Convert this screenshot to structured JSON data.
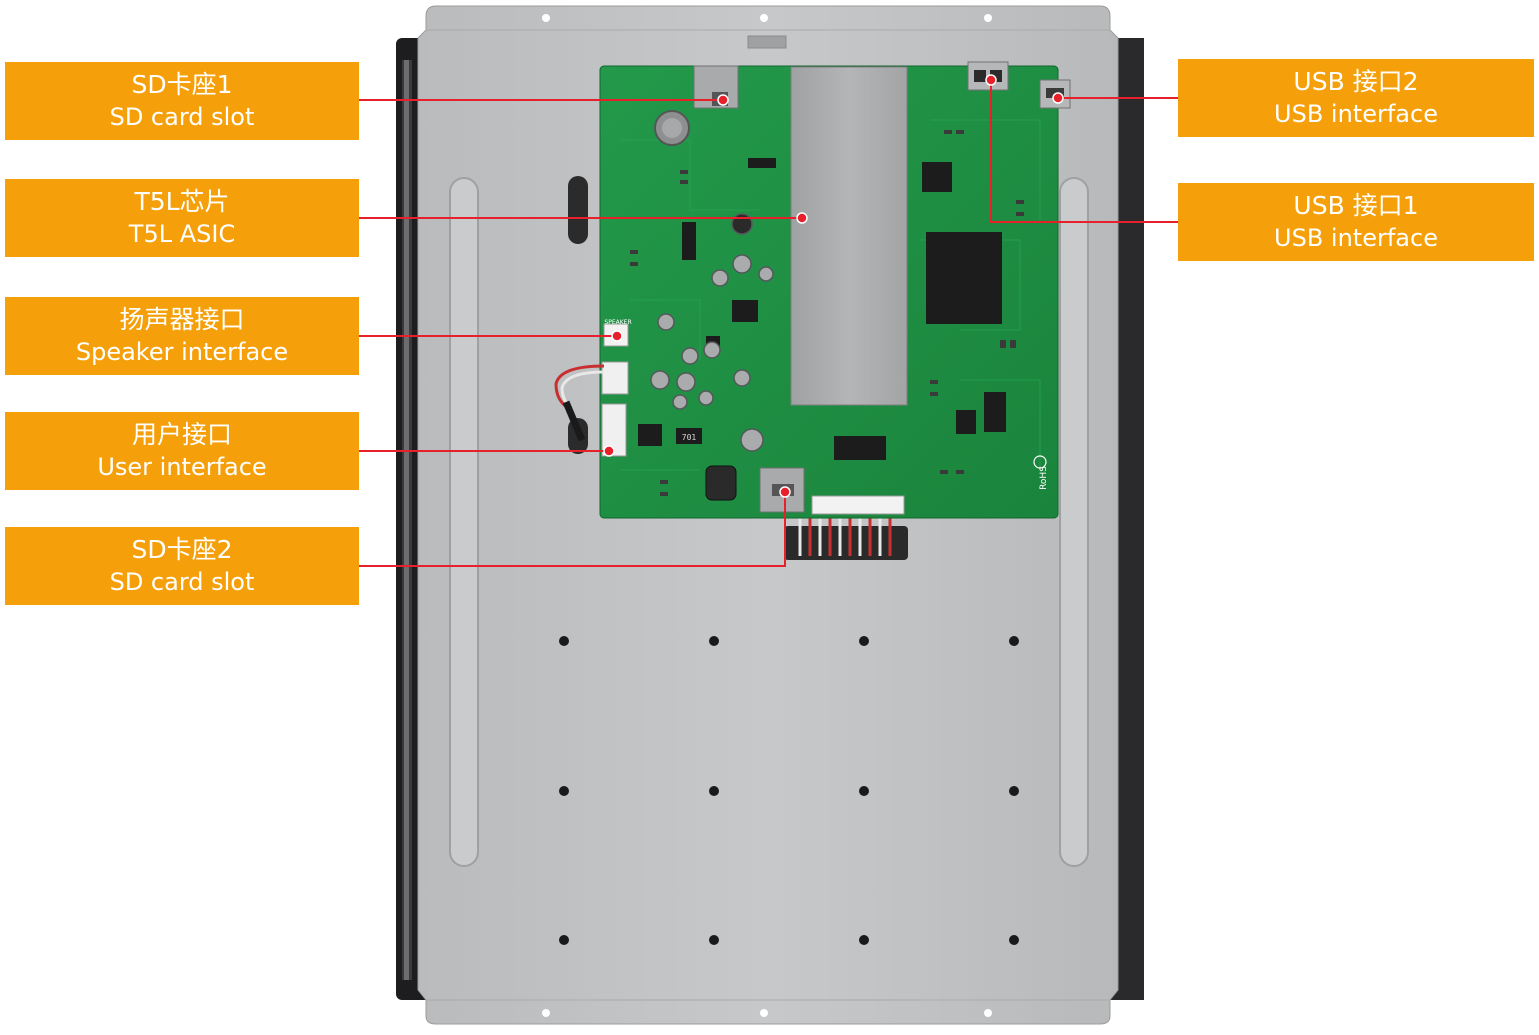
{
  "labels_left": [
    {
      "zh": "SD卡座1",
      "en": "SD card slot"
    },
    {
      "zh": "T5L芯片",
      "en": "T5L ASIC"
    },
    {
      "zh": "扬声器接口",
      "en": "Speaker interface"
    },
    {
      "zh": "用户接口",
      "en": "User interface"
    },
    {
      "zh": "SD卡座2",
      "en": "SD card slot"
    }
  ],
  "labels_right": [
    {
      "zh": "USB 接口2",
      "en": "USB interface"
    },
    {
      "zh": "USB 接口1",
      "en": "USB interface"
    }
  ],
  "board": {
    "speaker_silk": "SPEAKER",
    "rohs_mark": "RoHS",
    "part_marking": "701"
  },
  "colors": {
    "label_fill": "#f5a00a",
    "leader_line": "#e8202a",
    "pcb": "#1e8f43",
    "chassis": "#bfc1c3",
    "shield": "#aaacae"
  }
}
